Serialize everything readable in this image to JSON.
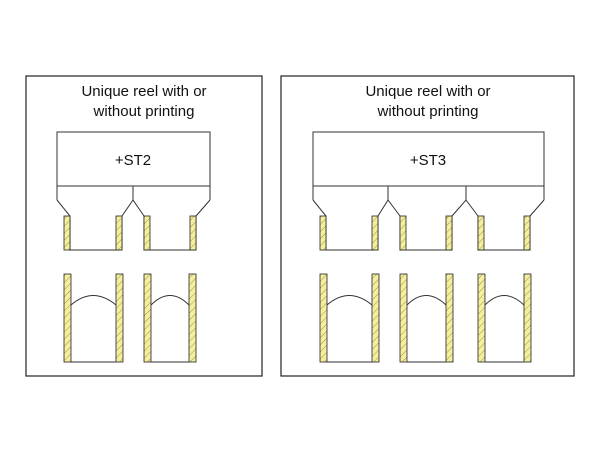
{
  "colors": {
    "hatch_fill": "#f4ef9c",
    "stroke": "#333333",
    "background": "#ffffff"
  },
  "panels": [
    {
      "title_line1": "Unique reel with or",
      "title_line2": "without printing",
      "station_label": "+ST2",
      "reels": 2
    },
    {
      "title_line1": "Unique reel with or",
      "title_line2": "without printing",
      "station_label": "+ST3",
      "reels": 3
    }
  ]
}
